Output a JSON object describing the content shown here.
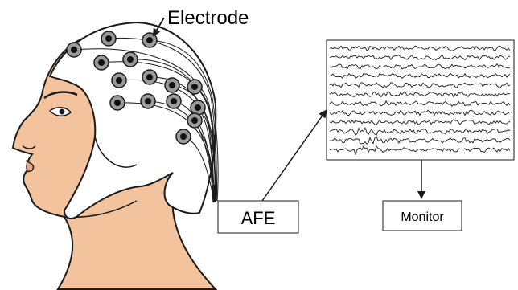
{
  "labels": {
    "electrode": "Electrode",
    "afe": "AFE",
    "monitor": "Monitor"
  },
  "colors": {
    "skin": "#f2c39c",
    "cap": "#ffffff",
    "outline": "#1a1a1a",
    "electrode_ring": "#9a9a9a",
    "electrode_center": "#111111"
  },
  "icons": {
    "head": "head-with-eeg-cap",
    "eeg": "eeg-waveform-panel"
  }
}
